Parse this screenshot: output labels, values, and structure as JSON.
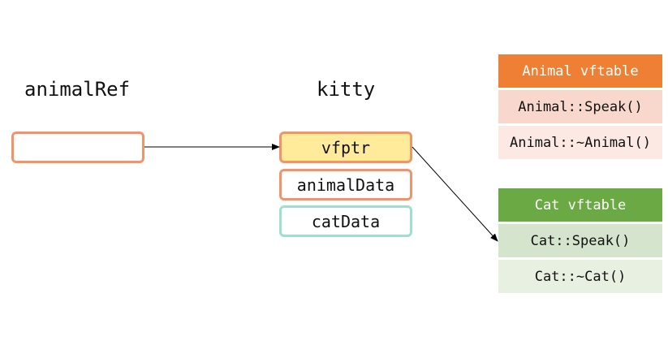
{
  "labels": {
    "animal_ref": "animalRef",
    "kitty": "kitty"
  },
  "animal_ref_box": {
    "text": ""
  },
  "kitty_object": {
    "fields": [
      "vfptr",
      "animalData",
      "catData"
    ]
  },
  "animal_vftable": {
    "title": "Animal vftable",
    "entries": [
      "Animal::Speak()",
      "Animal::~Animal()"
    ]
  },
  "cat_vftable": {
    "title": "Cat vftable",
    "entries": [
      "Cat::Speak()",
      "Cat::~Cat()"
    ]
  },
  "colors": {
    "object_border": "#f0956a",
    "derived_border": "#9ee0d0",
    "vfptr_fill": "#ffeb99",
    "animal_header": "#ef7f34",
    "animal_row_1": "#f8d8cc",
    "animal_row_2": "#fce9e4",
    "cat_header": "#6aa944",
    "cat_row_1": "#d5e4cc",
    "cat_row_2": "#e8f0e2",
    "arrow": "#000000"
  }
}
